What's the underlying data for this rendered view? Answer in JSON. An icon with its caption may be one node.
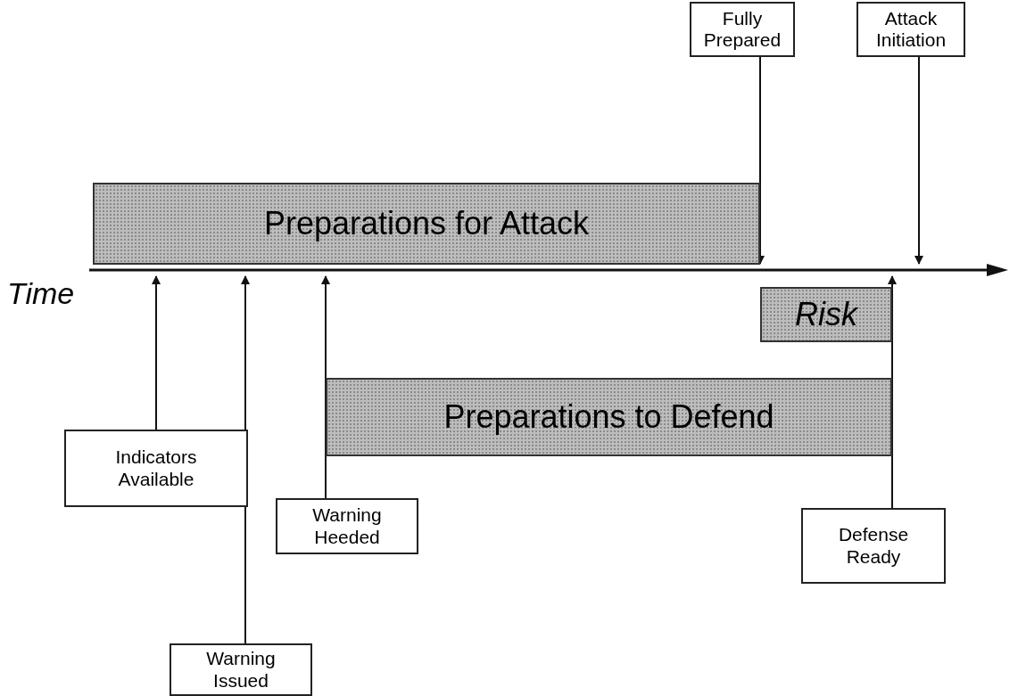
{
  "diagram": {
    "nodes": [
      {
        "text": [
          "Fully Prepared"
        ]
      },
      {
        "text": [
          "Attack Initiation"
        ]
      },
      {
        "text": [
          "Preparations for Attack"
        ]
      },
      {
        "text": [],
        "shape": "line",
        "beside": [
          "Time"
        ]
      },
      {
        "text": [
          "Risk"
        ]
      },
      {
        "text": [
          "Preparations to Defend"
        ]
      },
      {
        "text": [
          "Indicators Available"
        ]
      },
      {
        "text": [
          "Warning Heeded"
        ]
      },
      {
        "text": [
          "Defense Ready"
        ]
      },
      {
        "text": [
          "Warning Issued"
        ]
      }
    ],
    "edges": [
      {
        "from": 0,
        "to": 3,
        "arrow": "to"
      },
      {
        "from": 1,
        "to": 3,
        "arrow": "to"
      },
      {
        "from": 6,
        "to": 3,
        "arrow": "to"
      },
      {
        "from": 9,
        "to": 3,
        "arrow": "to"
      },
      {
        "from": 7,
        "to": 3,
        "arrow": "to"
      },
      {
        "from": 8,
        "to": 3,
        "arrow": "to"
      }
    ]
  }
}
